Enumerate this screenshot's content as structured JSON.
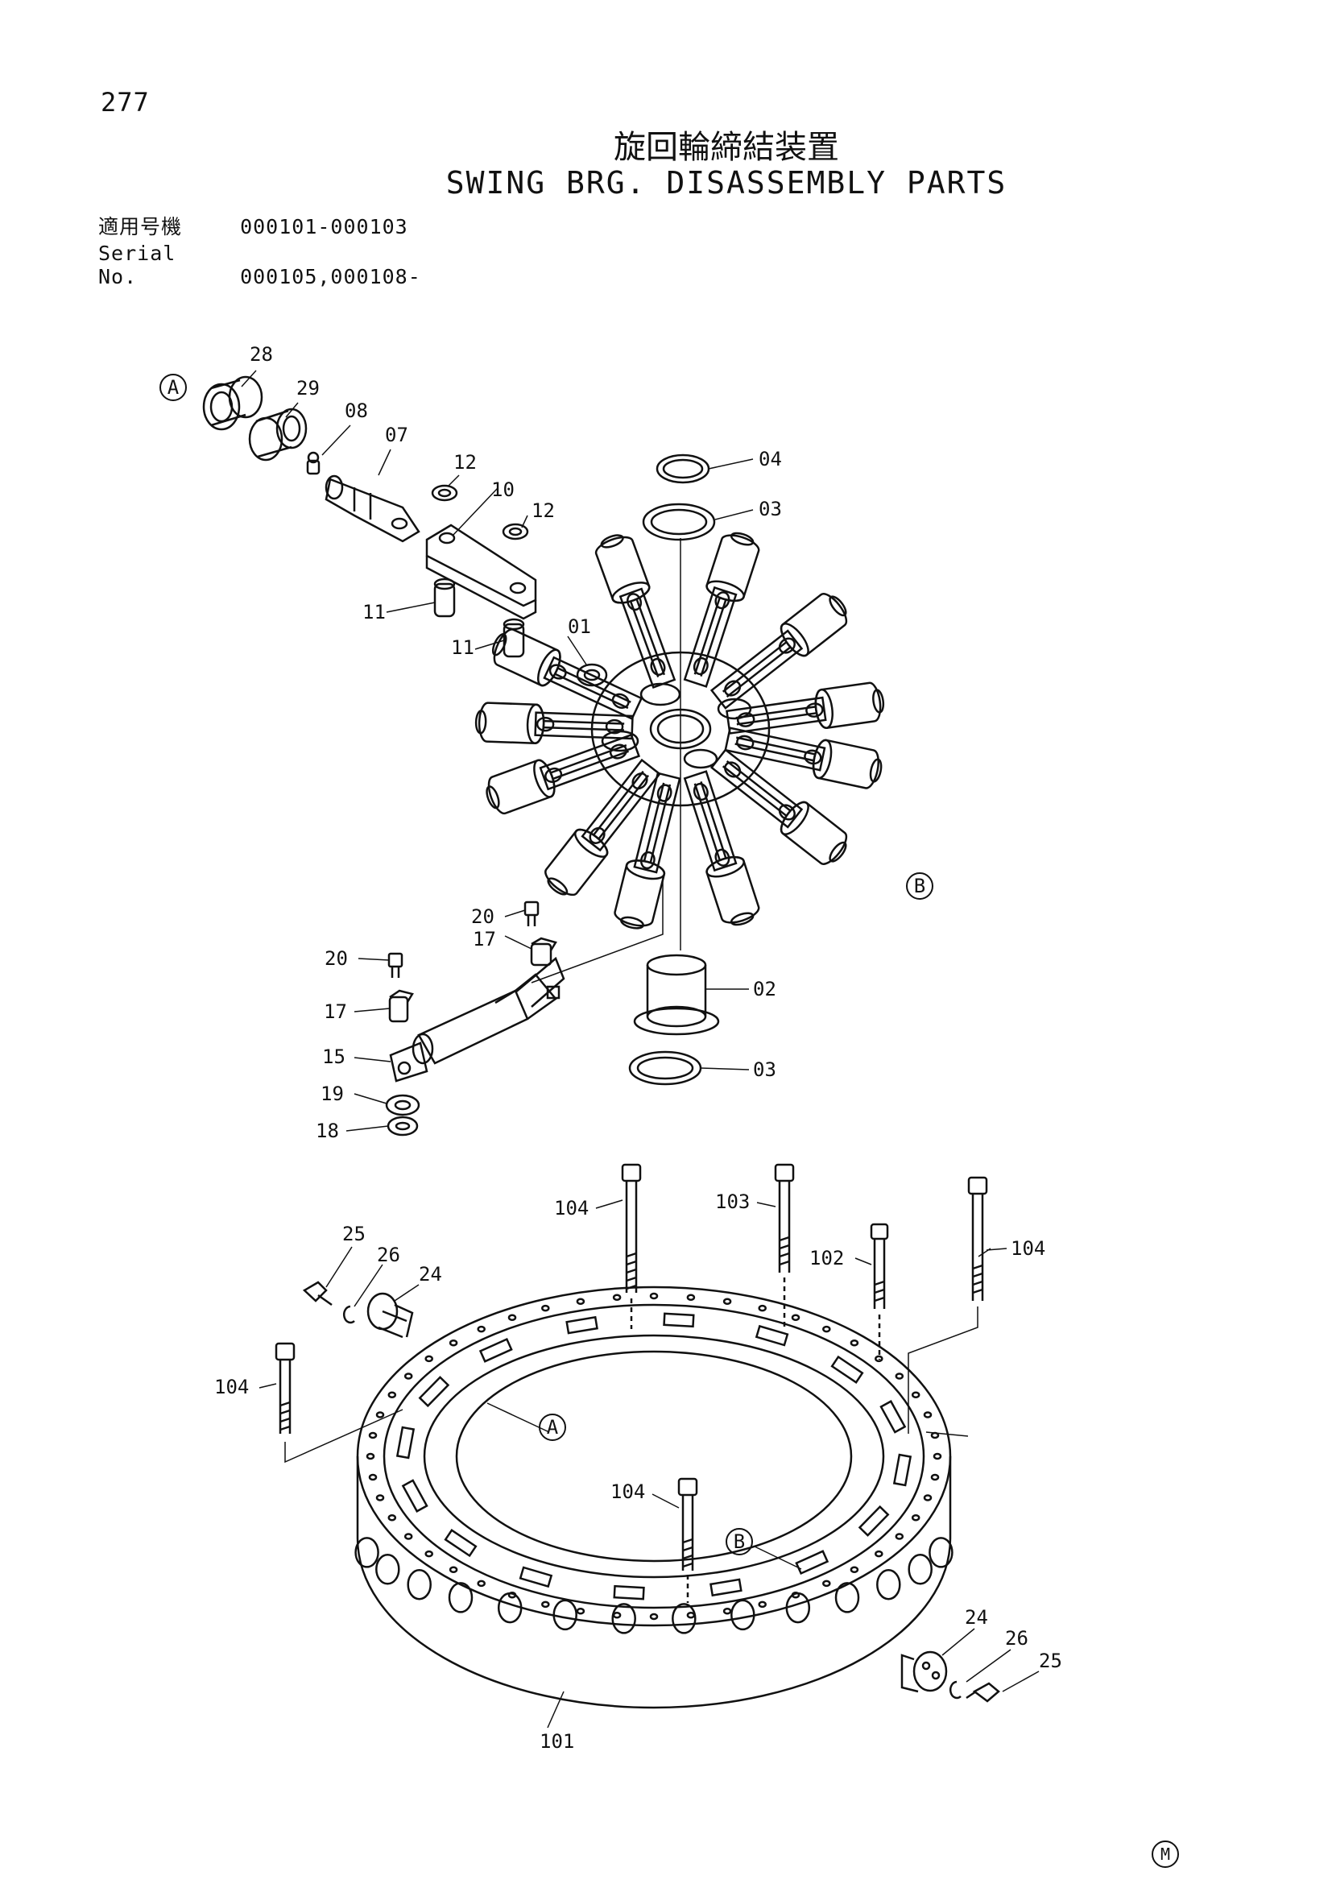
{
  "page_number": "277",
  "title_jp": "旋回輪締結装置",
  "title_en": "SWING BRG. DISASSEMBLY PARTS",
  "serial": {
    "label_jp": "適用号機",
    "label_en": "Serial No.",
    "range_1": "000101-000103",
    "range_2": "000105,000108-"
  },
  "callouts": {
    "A1": "A",
    "A2": "A",
    "B1": "B",
    "B2": "B",
    "p28": "28",
    "p29": "29",
    "p08": "08",
    "p07": "07",
    "p12a": "12",
    "p12b": "12",
    "p10": "10",
    "p11a": "11",
    "p11b": "11",
    "p01": "01",
    "p04": "04",
    "p03a": "03",
    "p02": "02",
    "p03b": "03",
    "p20a": "20",
    "p20b": "20",
    "p17a": "17",
    "p17b": "17",
    "p15": "15",
    "p19": "19",
    "p18": "18",
    "p104a": "104",
    "p103": "103",
    "p102": "102",
    "p104b": "104",
    "p25a": "25",
    "p26a": "26",
    "p24a": "24",
    "p104c": "104",
    "p104d": "104",
    "p101": "101",
    "p24b": "24",
    "p26b": "26",
    "p25b": "25"
  },
  "corner_mark": "M"
}
